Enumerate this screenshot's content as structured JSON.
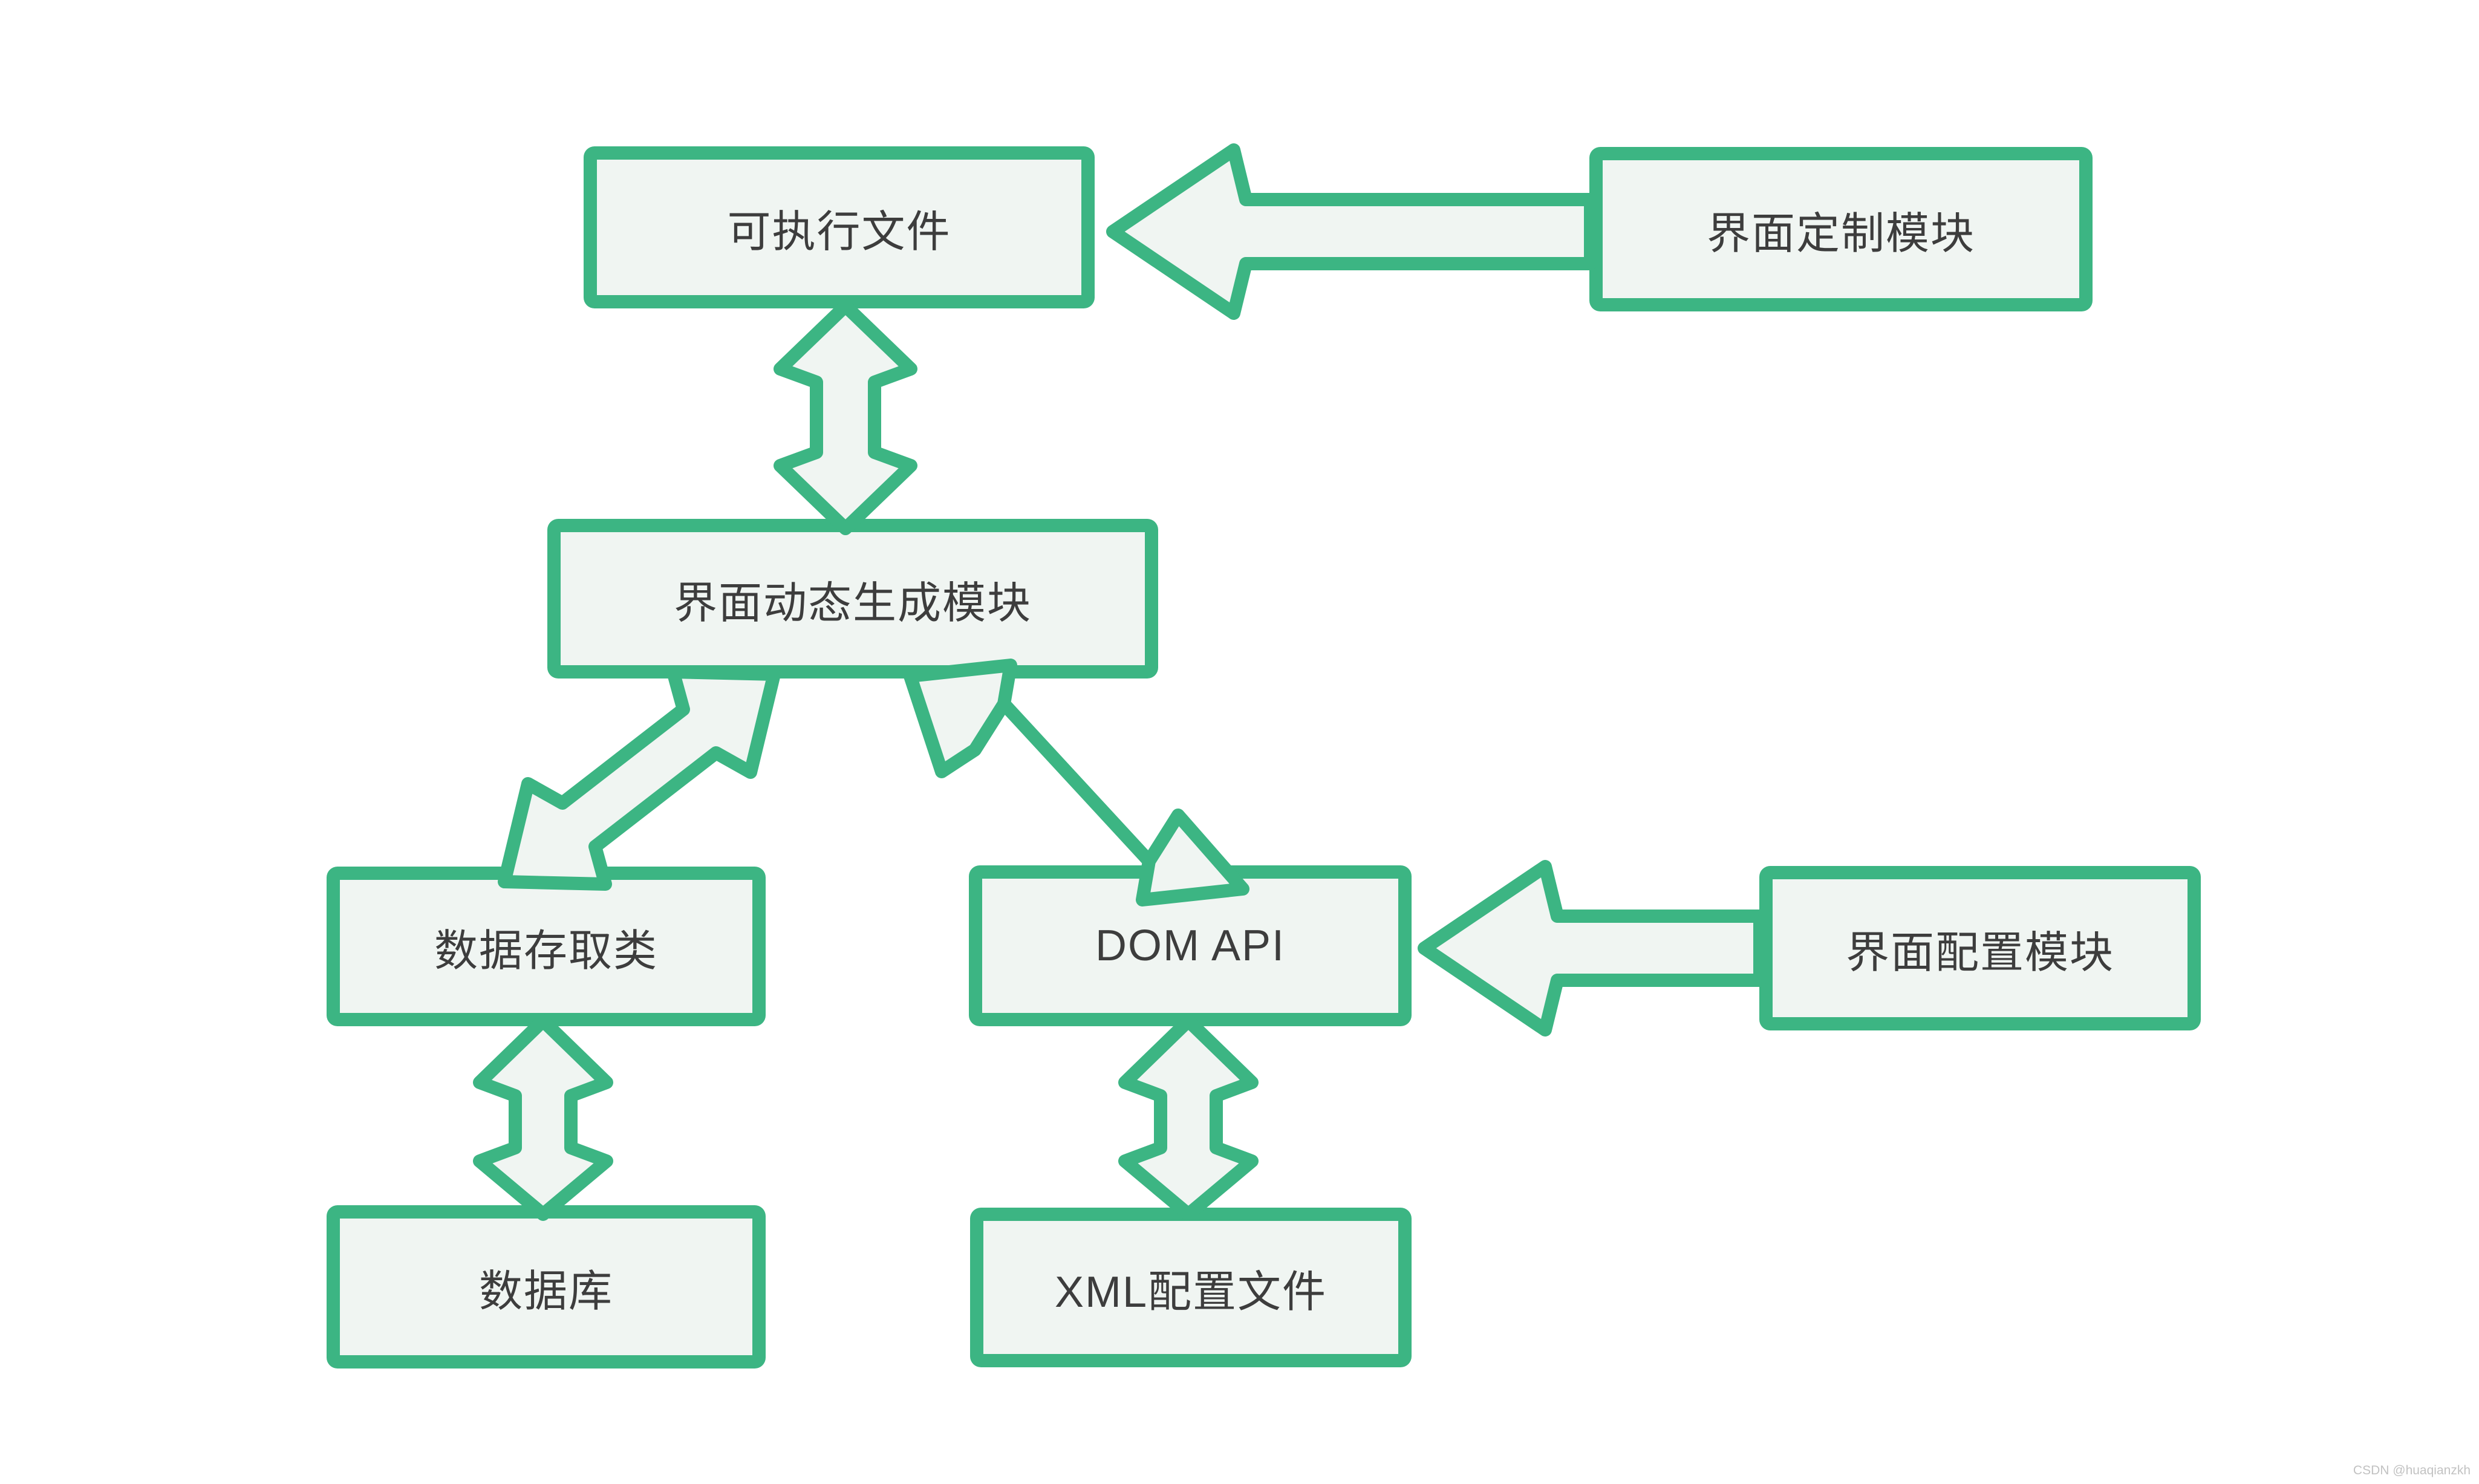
{
  "diagram": {
    "title": "",
    "nodes": {
      "executable": {
        "label": "可执行文件"
      },
      "ui_custom": {
        "label": "界面定制模块"
      },
      "ui_dynamic_gen": {
        "label": "界面动态生成模块"
      },
      "data_access": {
        "label": "数据存取类"
      },
      "dom_api": {
        "label": "DOM API"
      },
      "ui_config": {
        "label": "界面配置模块"
      },
      "database": {
        "label": "数据库"
      },
      "xml_config": {
        "label": "XML配置文件"
      }
    },
    "edges": [
      {
        "from": "界面定制模块",
        "to": "可执行文件",
        "type": "single-arrow"
      },
      {
        "from": "可执行文件",
        "to": "界面动态生成模块",
        "type": "double-arrow"
      },
      {
        "from": "界面动态生成模块",
        "to": "数据存取类",
        "type": "double-arrow"
      },
      {
        "from": "界面动态生成模块",
        "to": "DOM API",
        "type": "double-arrow"
      },
      {
        "from": "界面配置模块",
        "to": "DOM API",
        "type": "single-arrow"
      },
      {
        "from": "数据存取类",
        "to": "数据库",
        "type": "double-arrow"
      },
      {
        "from": "DOM API",
        "to": "XML配置文件",
        "type": "double-arrow"
      }
    ],
    "colors": {
      "accent": "#3cb583",
      "node_fill": "#f0f5f2",
      "text": "#3d3d3d",
      "watermark": "#c2c2c2",
      "background": "#ffffff"
    },
    "watermark": "CSDN @huaqianzkh"
  }
}
